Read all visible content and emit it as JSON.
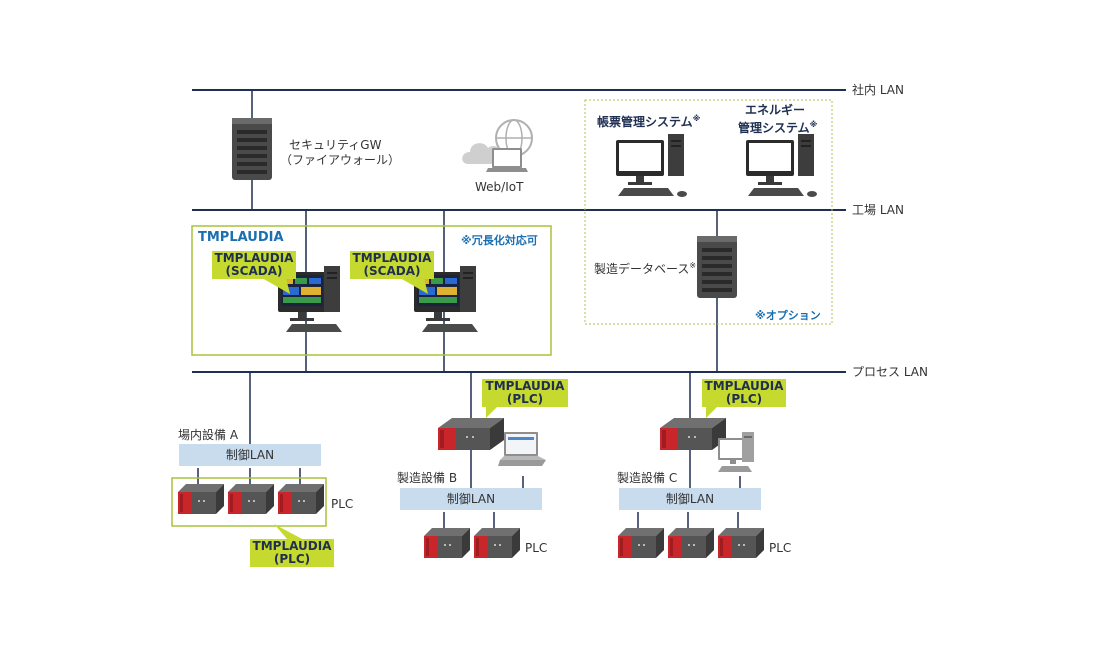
{
  "networks": {
    "corporate_lan": "社内 LAN",
    "factory_lan": "工場 LAN",
    "process_lan": "プロセス LAN"
  },
  "security_gw": {
    "line1": "セキュリティGW",
    "line2": "（ファイアウォール）"
  },
  "web_iot": "Web/IoT",
  "option_box": {
    "system1": "帳票管理システム",
    "system2_line1": "エネルギー",
    "system2_line2": "管理システム",
    "database": "製造データベース",
    "mark": "※",
    "note": "※オプション"
  },
  "scada_box": {
    "title": "TMPLAUDIA",
    "note": "※冗長化対応可",
    "tag_line1": "TMPLAUDIA",
    "tag_line2": "(SCADA)"
  },
  "plc_tag": {
    "line1": "TMPLAUDIA",
    "line2": "(PLC)"
  },
  "sites": [
    {
      "name": "場内設備 A",
      "lan": "制御LAN",
      "plc": "PLC"
    },
    {
      "name": "製造設備 B",
      "lan": "制御LAN",
      "plc": "PLC"
    },
    {
      "name": "製造設備 C",
      "lan": "制御LAN",
      "plc": "PLC"
    }
  ],
  "colors": {
    "network_line": "#1f2f52",
    "accent_green": "#c6d92f",
    "box_border_green": "#a8c43a",
    "control_lan": "#c8dcee",
    "plc_red": "#c8262b",
    "text_blue": "#1a6fb0"
  }
}
